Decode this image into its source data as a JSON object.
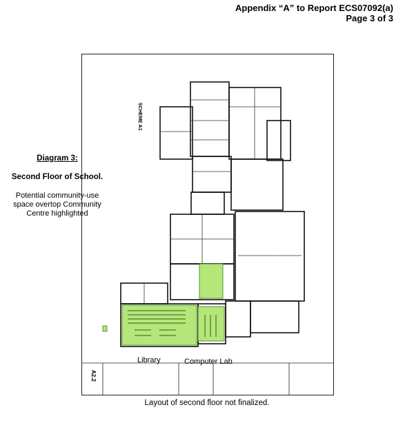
{
  "header": {
    "line1": "Appendix “A” to Report ECS07092(a)",
    "line2": "Page 3 of 3"
  },
  "sidebar": {
    "title": "Diagram 3:",
    "subtitle": "Second Floor of School.",
    "description": "Potential community-use space overtop Community Centre highlighted"
  },
  "plan": {
    "scheme_label": "SCHEME A1",
    "sheet_number": "A2.2",
    "highlight_color": "#b5e67a",
    "labels": {
      "library": "Library",
      "computer_lab": "Computer Lab"
    }
  },
  "caption": "Layout of second floor not finalized."
}
